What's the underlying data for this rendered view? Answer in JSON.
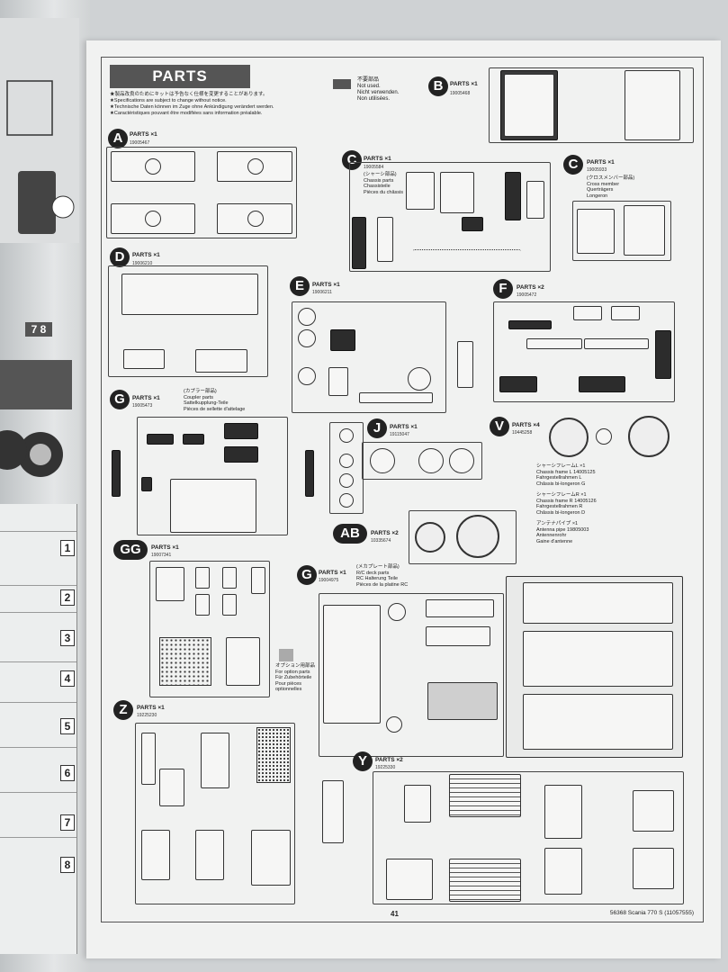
{
  "left_page": {
    "step_label": "7 8",
    "table_numbers": [
      "1",
      "2",
      "3",
      "4",
      "5",
      "6",
      "7",
      "8"
    ]
  },
  "header": {
    "title": "PARTS",
    "notes": [
      "★製品改良のためにキットは予告なく仕様を変更することがあります。",
      "★Specifications are subject to change without notice.",
      "★Technische Daten können im Zuge ohne Ankündigung verändert werden.",
      "★Caractéristiques pouvant être modifiées sans information préalable."
    ],
    "legend": [
      "不要部品",
      "Not used.",
      "Nicht verwenden.",
      "Non utilisées."
    ]
  },
  "parts": {
    "A": {
      "letter": "A",
      "label": "PARTS ×1",
      "code": "19005467"
    },
    "B": {
      "letter": "B",
      "label": "PARTS ×1",
      "code": "19005468"
    },
    "C1": {
      "letter": "C",
      "label": "PARTS ×1",
      "code": "19005584",
      "desc": [
        "(シャーシ部品)",
        "Chassis parts",
        "Chassisteile",
        "Pièces du châssis"
      ]
    },
    "C2": {
      "letter": "C",
      "label": "PARTS ×1",
      "code": "19005933",
      "desc": [
        "(クロスメンバー部品)",
        "Cross member",
        "Querträgers",
        "Longeron"
      ]
    },
    "D": {
      "letter": "D",
      "label": "PARTS ×1",
      "code": "19006210"
    },
    "E": {
      "letter": "E",
      "label": "PARTS ×1",
      "code": "19006211"
    },
    "F": {
      "letter": "F",
      "label": "PARTS ×2",
      "code": "19005472"
    },
    "G1": {
      "letter": "G",
      "label": "PARTS ×1",
      "code": "19005473",
      "desc": [
        "(カプラー部品)",
        "Coupler parts",
        "Sattelkupplung-Teile",
        "Pièces de sellette d'attelage"
      ]
    },
    "J": {
      "letter": "J",
      "label": "PARTS ×1",
      "code": "19115047"
    },
    "V": {
      "letter": "V",
      "label": "PARTS ×4",
      "code": "10445258"
    },
    "AB": {
      "letter": "AB",
      "label": "PARTS ×2",
      "code": "10335674"
    },
    "GG": {
      "letter": "GG",
      "label": "PARTS ×1",
      "code": "19007341"
    },
    "G2": {
      "letter": "G",
      "label": "PARTS ×1",
      "code": "19004975",
      "desc": [
        "(メカプレート部品)",
        "R/C deck parts",
        "RC Halterung Teile",
        "Pièces de la platine RC"
      ]
    },
    "Z": {
      "letter": "Z",
      "label": "PARTS ×1",
      "code": "19225230"
    },
    "Y": {
      "letter": "Y",
      "label": "PARTS ×2",
      "code": "19225330"
    }
  },
  "frames": [
    {
      "jp": "シャーシフレームL",
      "qty": "×1",
      "en": "Chassis frame L",
      "code": "14005125",
      "de": "Fahrgestellrahmen L",
      "fr": "Châssis bi-longeron G"
    },
    {
      "jp": "シャーシフレームR",
      "qty": "×1",
      "en": "Chassis frame R",
      "code": "14005126",
      "de": "Fahrgestellrahmen R",
      "fr": "Châssis bi-longeron D"
    },
    {
      "jp": "アンテナパイプ",
      "qty": "×1",
      "en": "Antenna pipe",
      "code": "19805003",
      "de": "Antennenrohr",
      "fr": "Gaine d'antenne"
    }
  ],
  "option": [
    "オプション用部品",
    "For option parts",
    "Für Zubehörteile",
    "Pour pièces",
    "optionnelles"
  ],
  "footer": {
    "page": "41",
    "model": "56368 Scania 770 S (11057555)"
  }
}
